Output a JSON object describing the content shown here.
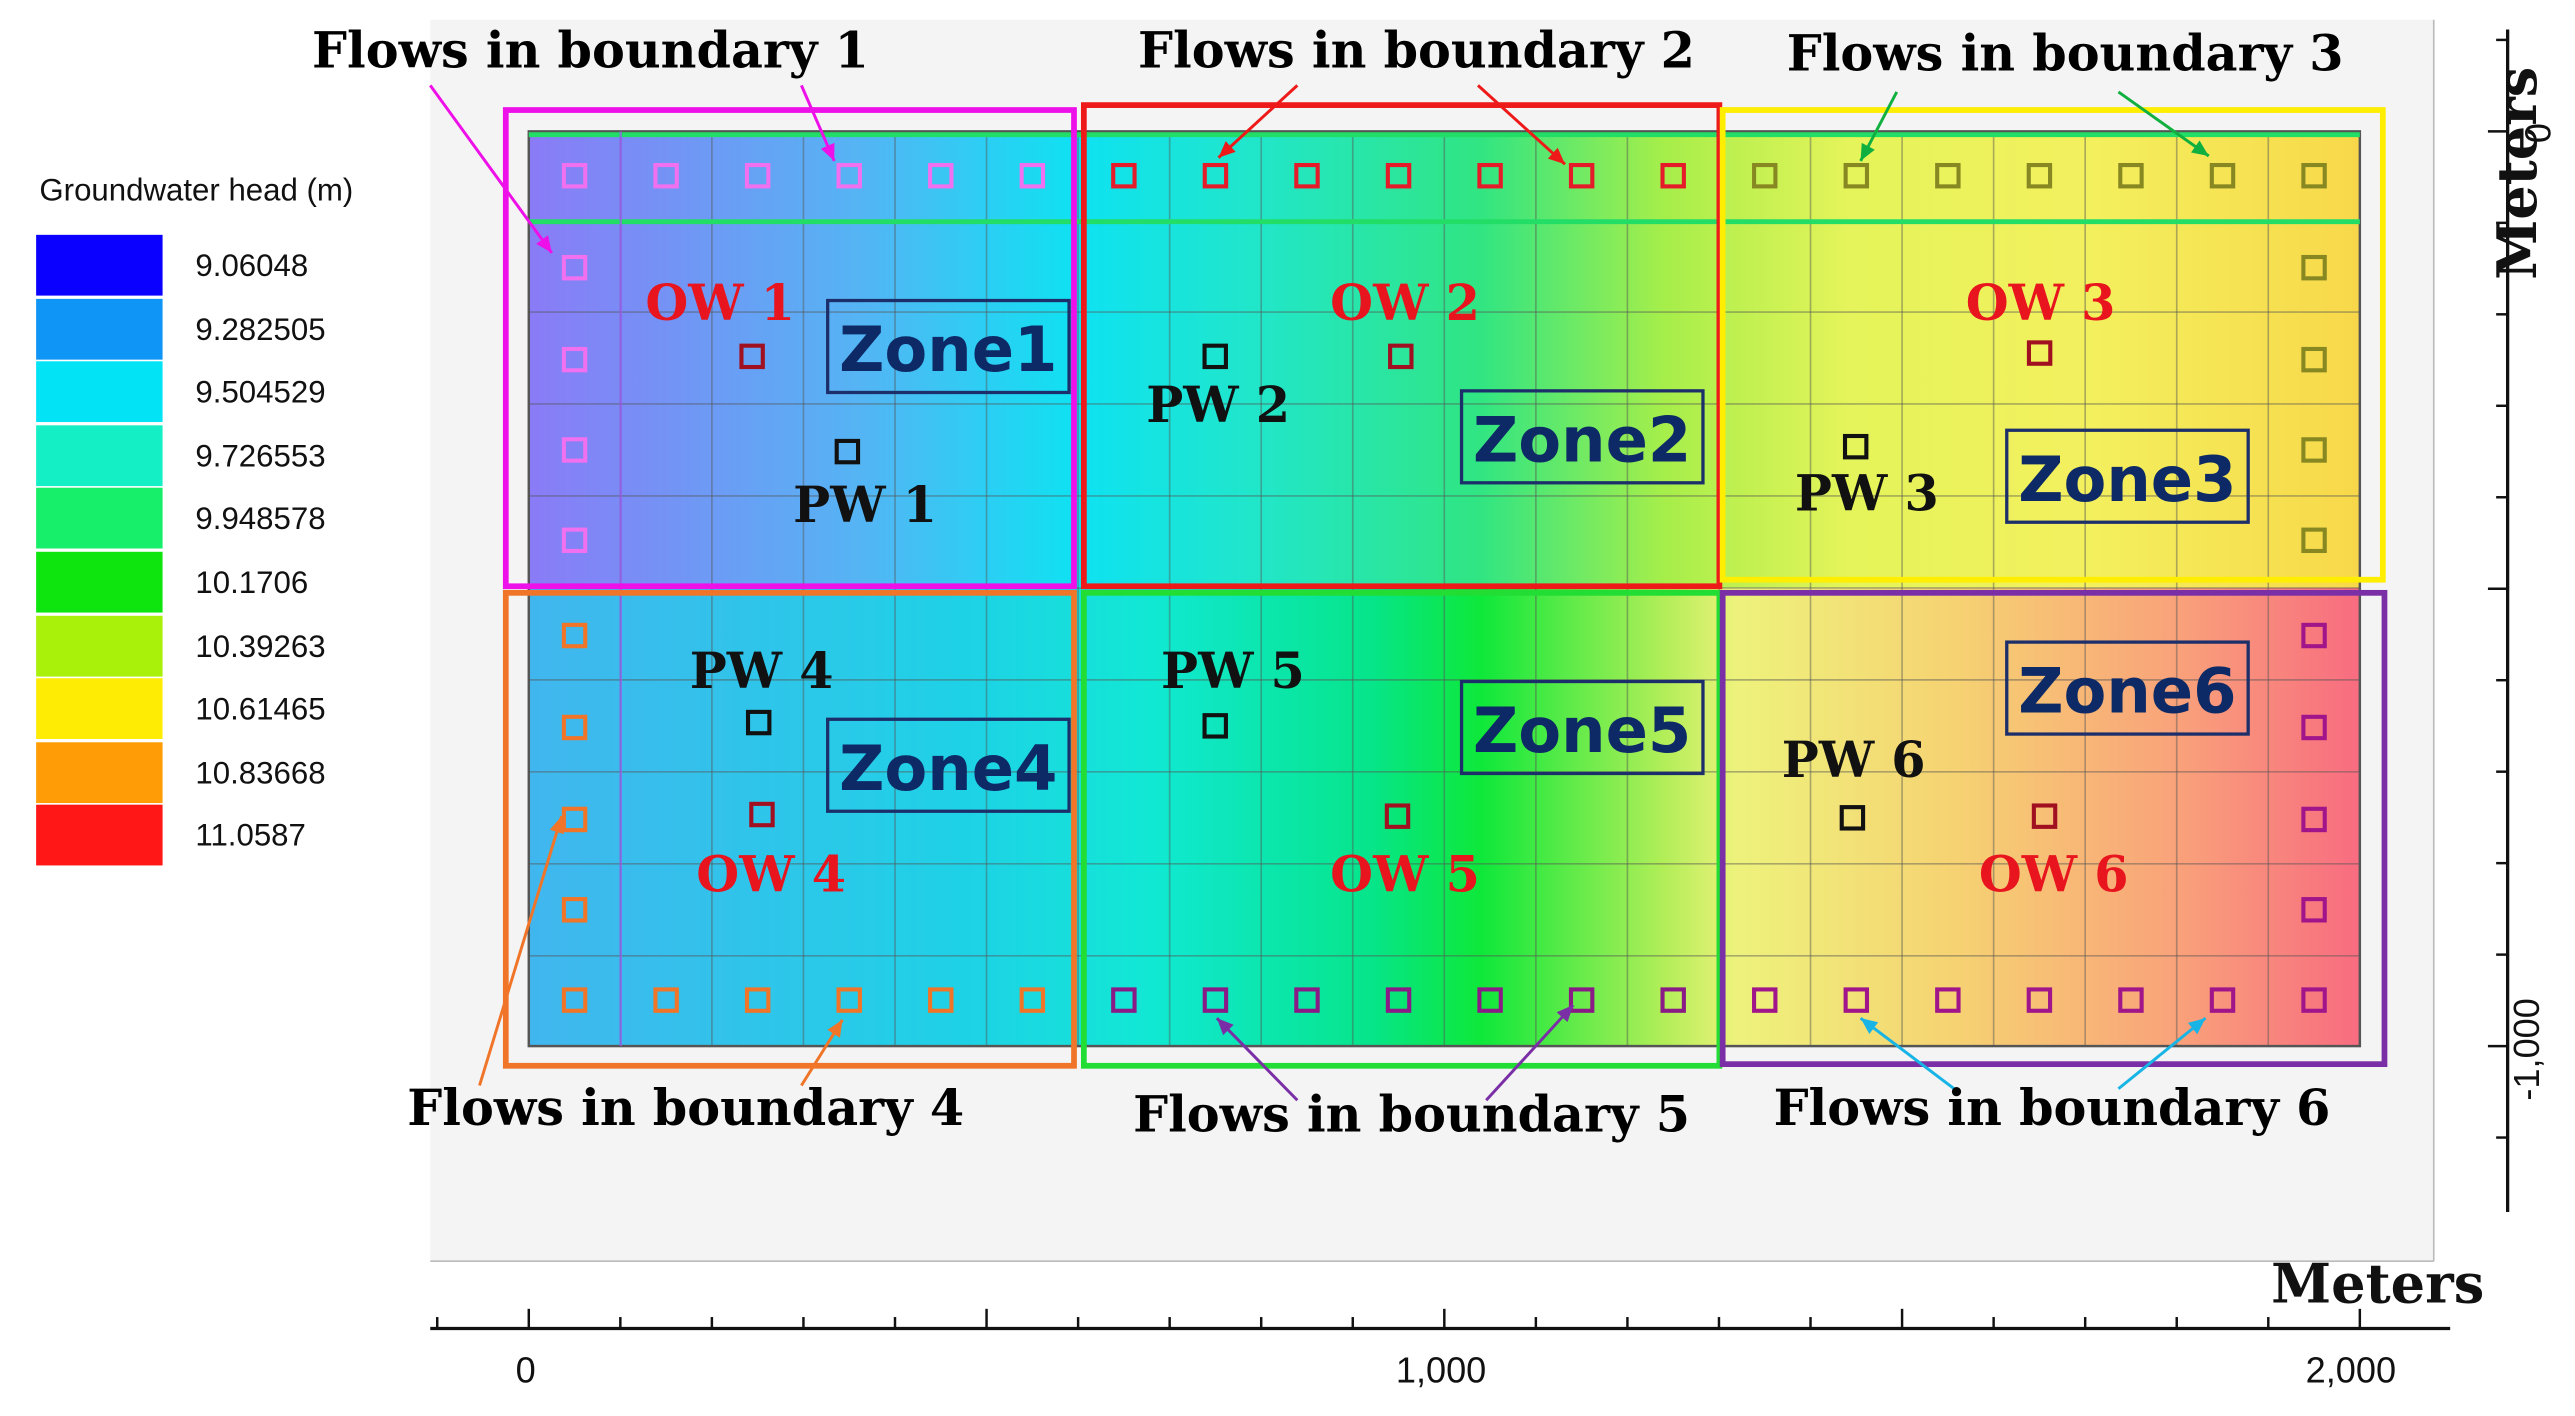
{
  "legend": {
    "title": "Groundwater head (m)",
    "items": [
      {
        "label": "9.06048",
        "color": "#0a00ff"
      },
      {
        "label": "9.282505",
        "color": "#0f95f5"
      },
      {
        "label": "9.504529",
        "color": "#03e3f6"
      },
      {
        "label": "9.726553",
        "color": "#15efc6"
      },
      {
        "label": "9.948578",
        "color": "#17ee6a"
      },
      {
        "label": "10.1706",
        "color": "#0ee40e"
      },
      {
        "label": "10.39263",
        "color": "#a9f00a"
      },
      {
        "label": "10.61465",
        "color": "#ffec05"
      },
      {
        "label": "10.83668",
        "color": "#ff9c06"
      },
      {
        "label": "11.0587",
        "color": "#ff1616"
      }
    ]
  },
  "boundaries": [
    {
      "label": "Flows in boundary 1",
      "color": "#ee10e8"
    },
    {
      "label": "Flows in boundary 2",
      "color": "#ee1a1a"
    },
    {
      "label": "Flows in boundary 3",
      "color": "#10b040"
    },
    {
      "label": "Flows in boundary 4",
      "color": "#f07528"
    },
    {
      "label": "Flows in boundary 5",
      "color": "#7b2fa6"
    },
    {
      "label": "Flows in boundary 6",
      "color": "#18b4e6"
    }
  ],
  "zones": [
    "Zone1",
    "Zone2",
    "Zone3",
    "Zone4",
    "Zone5",
    "Zone6"
  ],
  "observation_wells": [
    "OW 1",
    "OW 2",
    "OW 3",
    "OW 4",
    "OW 5",
    "OW 6"
  ],
  "pumping_wells": [
    "PW 1",
    "PW 2",
    "PW 3",
    "PW 4",
    "PW 5",
    "PW 6"
  ],
  "x_axis": {
    "title": "Meters",
    "ticks": [
      "0",
      "1,000",
      "2,000"
    ]
  },
  "y_axis": {
    "title": "Meters",
    "ticks": [
      "0",
      "-1,000"
    ]
  },
  "colors": {
    "ow_label": "#e8141e",
    "pw_label": "#111111",
    "zone_text": "#0d2a66"
  }
}
